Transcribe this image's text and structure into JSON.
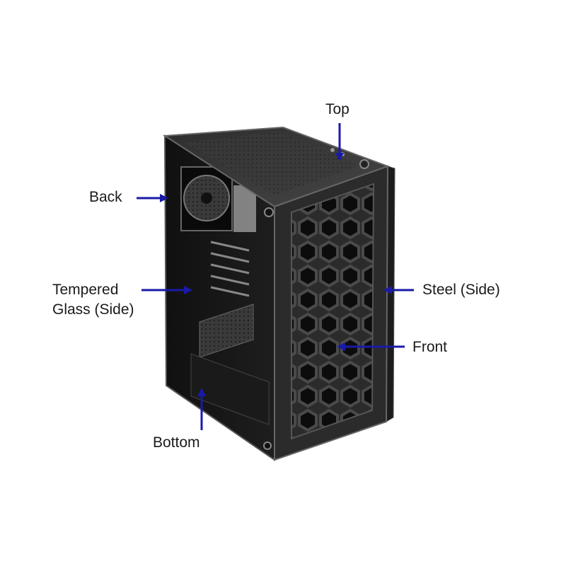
{
  "diagram": {
    "accent_color": "#1a1aa8",
    "subject": "pc-case-illustration",
    "labels": {
      "top": "Top",
      "back": "Back",
      "tempered_glass_line1": "Tempered",
      "tempered_glass_line2": "Glass (Side)",
      "steel_side": "Steel (Side)",
      "front": "Front",
      "bottom": "Bottom"
    }
  }
}
